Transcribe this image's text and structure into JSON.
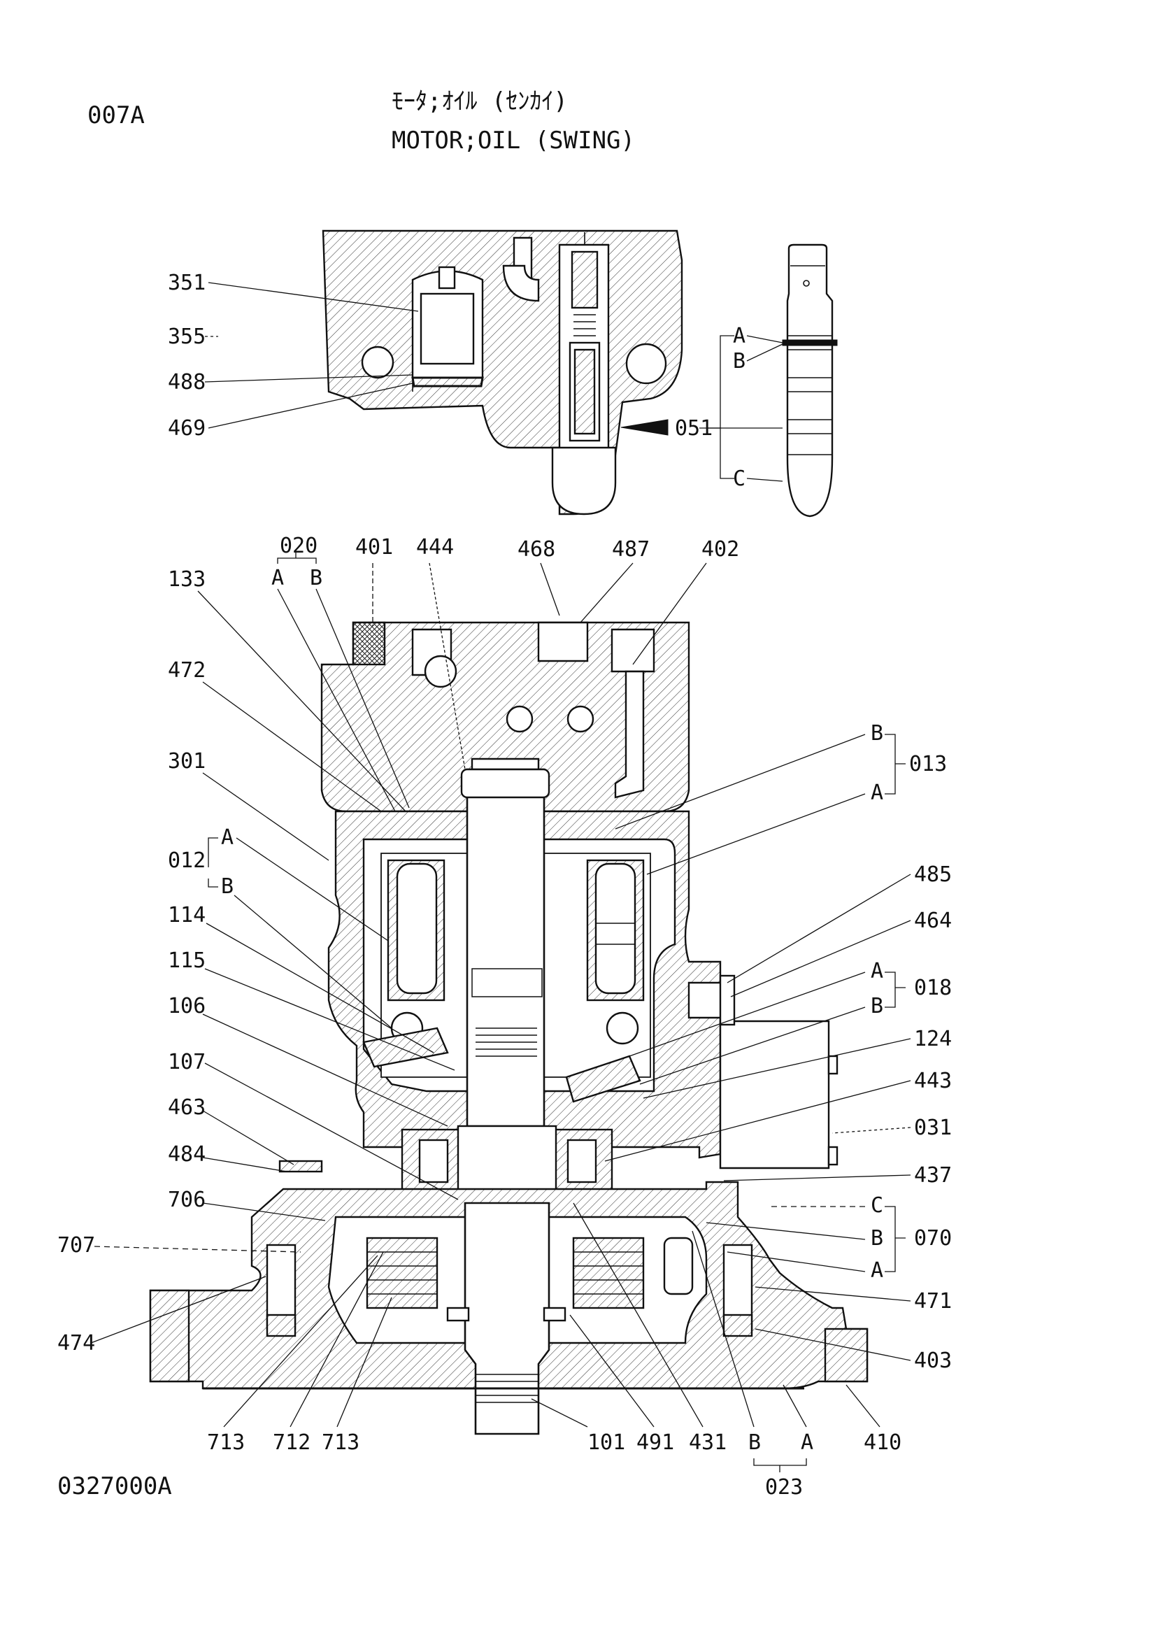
{
  "header": {
    "page_code": "007A",
    "title_jp": "ﾓｰﾀ;ｵｲﾙ (ｾﾝｶｲ)",
    "title_en": "MOTOR;OIL (SWING)"
  },
  "footer": {
    "drawing_number": "0327000A"
  },
  "callouts": {
    "c351": "351",
    "c355": "355",
    "c488": "488",
    "c469": "469",
    "c051": "051",
    "c051_a": "A",
    "c051_b": "B",
    "c051_c": "C",
    "c020": "020",
    "c020_a": "A",
    "c020_b": "B",
    "c401": "401",
    "c444": "444",
    "c468": "468",
    "c487": "487",
    "c402": "402",
    "c133": "133",
    "c472": "472",
    "c301": "301",
    "c012": "012",
    "c012_a": "A",
    "c012_b": "B",
    "c114": "114",
    "c115": "115",
    "c106": "106",
    "c107": "107",
    "c463": "463",
    "c484": "484",
    "c706": "706",
    "c707": "707",
    "c474": "474",
    "c013": "013",
    "c013_a": "A",
    "c013_b": "B",
    "c485": "485",
    "c464": "464",
    "c018": "018",
    "c018_a": "A",
    "c018_b": "B",
    "c124": "124",
    "c443": "443",
    "c031": "031",
    "c437": "437",
    "c070": "070",
    "c070_a": "A",
    "c070_b": "B",
    "c070_c": "C",
    "c471": "471",
    "c403": "403",
    "c713a": "713",
    "c712": "712",
    "c713b": "713",
    "c101": "101",
    "c491": "491",
    "c431": "431",
    "c023": "023",
    "c023_a": "A",
    "c023_b": "B",
    "c410": "410"
  }
}
